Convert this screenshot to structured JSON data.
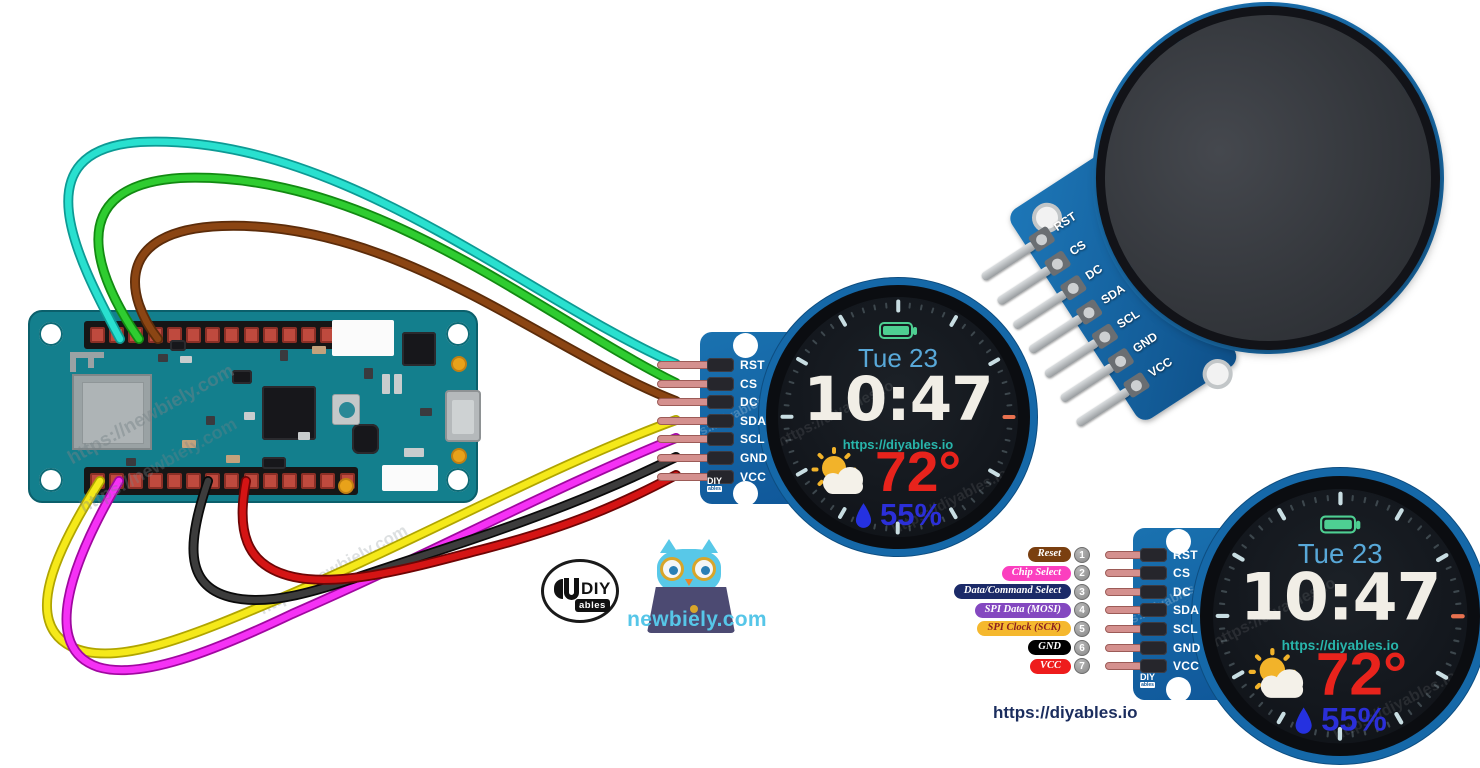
{
  "display": {
    "pins": [
      "RST",
      "CS",
      "DC",
      "SDA",
      "SCL",
      "GND",
      "VCC"
    ],
    "board_color": "#1568a8",
    "mini_logo": {
      "line1": "DIY",
      "line2": "ables"
    }
  },
  "watch": {
    "date": "Tue 23",
    "time": "10:47",
    "url": "https://diyables.io",
    "temp": "72°",
    "humidity": "55%",
    "colors": {
      "battery": "#4ecf92",
      "date": "#58a8d8",
      "time": "#f1eee6",
      "url": "#28b5ab",
      "temp": "#e8231c",
      "humidity": "#2b2fd8",
      "tick": "#c8dde2",
      "tick_minor": "#3d474d",
      "tick_accent": "#e8714f"
    }
  },
  "legend": {
    "rows": [
      {
        "num": "1",
        "label": "Reset",
        "color": "#7a3f10",
        "text_color": "#ffffff"
      },
      {
        "num": "2",
        "label": "Chip Select",
        "color": "#fb3fbf",
        "text_color": "#ffffff"
      },
      {
        "num": "3",
        "label": "Data/Command Select",
        "color": "#1b2a68",
        "text_color": "#ffffff"
      },
      {
        "num": "4",
        "label": "SPI Data (MOSI)",
        "color": "#8448c0",
        "text_color": "#ffffff"
      },
      {
        "num": "5",
        "label": "SPI Clock (SCK)",
        "color": "#f5b82e",
        "text_color": "#8b2020"
      },
      {
        "num": "6",
        "label": "GND",
        "color": "#000000",
        "text_color": "#ffffff"
      },
      {
        "num": "7",
        "label": "VCC",
        "color": "#ee1c1c",
        "text_color": "#ffffff"
      }
    ]
  },
  "wires": [
    {
      "pin": "RST",
      "color": "#29e0cf"
    },
    {
      "pin": "CS",
      "color": "#2fcc30"
    },
    {
      "pin": "DC",
      "color": "#8b4513"
    },
    {
      "pin": "SDA",
      "color": "#f5e91a"
    },
    {
      "pin": "SCL",
      "color": "#f531f5"
    },
    {
      "pin": "GND",
      "color": "#383838"
    },
    {
      "pin": "VCC",
      "color": "#d41414"
    }
  ],
  "logos": {
    "diyables": {
      "line1": "DIY",
      "line2": "ables"
    },
    "newbiely": {
      "text": "newbiely.com"
    }
  },
  "watermarks": {
    "newbiely": "https://newbiely.com",
    "diyables": "https://diyables.io"
  },
  "footer": {
    "url": "https://diyables.io"
  }
}
